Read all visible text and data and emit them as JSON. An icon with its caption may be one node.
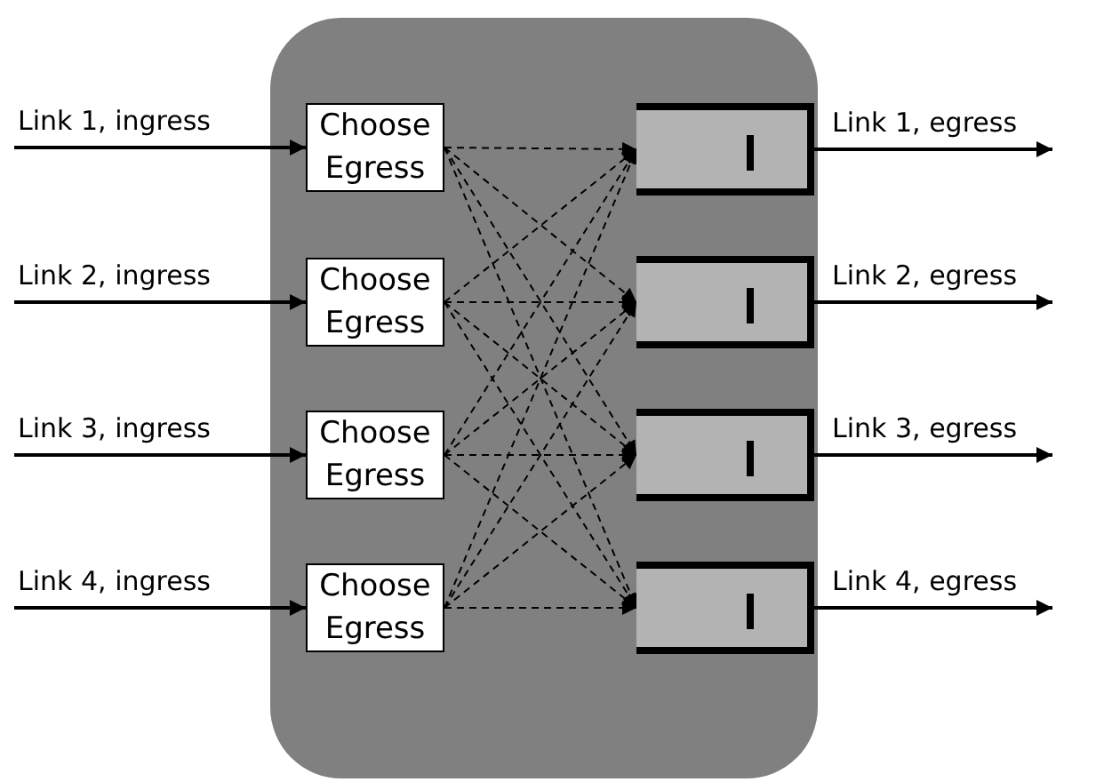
{
  "diagram": {
    "nodes": [
      {
        "text": [],
        "shape": "box"
      },
      {
        "text": [
          "Choose Egress"
        ],
        "in": 0
      },
      {
        "text": [
          "Choose Egress"
        ],
        "in": 0
      },
      {
        "text": [
          "Choose Egress"
        ],
        "in": 0
      },
      {
        "text": [
          "Choose Egress"
        ],
        "in": 0
      },
      {
        "text": [],
        "shape": "box",
        "in": 0
      },
      {
        "text": [],
        "shape": "box",
        "in": 0
      },
      {
        "text": [],
        "shape": "box",
        "in": 0
      },
      {
        "text": [],
        "shape": "box",
        "in": 0
      }
    ],
    "edges": [
      {
        "from": null,
        "to": 1,
        "arrow": "to",
        "label": "Link 1, ingress"
      },
      {
        "from": null,
        "to": 2,
        "arrow": "to",
        "label": "Link 2, ingress"
      },
      {
        "from": null,
        "to": 3,
        "arrow": "to",
        "label": "Link 3, ingress"
      },
      {
        "from": null,
        "to": 4,
        "arrow": "to",
        "label": "Link 4, ingress"
      },
      {
        "from": 1,
        "to": 5,
        "arrow": "to",
        "style": "dashed"
      },
      {
        "from": 1,
        "to": 6,
        "arrow": "to",
        "style": "dashed"
      },
      {
        "from": 1,
        "to": 7,
        "arrow": "to",
        "style": "dashed"
      },
      {
        "from": 1,
        "to": 8,
        "arrow": "to",
        "style": "dashed"
      },
      {
        "from": 2,
        "to": 5,
        "arrow": "to",
        "style": "dashed"
      },
      {
        "from": 2,
        "to": 6,
        "arrow": "to",
        "style": "dashed"
      },
      {
        "from": 2,
        "to": 7,
        "arrow": "to",
        "style": "dashed"
      },
      {
        "from": 2,
        "to": 8,
        "arrow": "to",
        "style": "dashed"
      },
      {
        "from": 3,
        "to": 5,
        "arrow": "to",
        "style": "dashed"
      },
      {
        "from": 3,
        "to": 6,
        "arrow": "to",
        "style": "dashed"
      },
      {
        "from": 3,
        "to": 7,
        "arrow": "to",
        "style": "dashed"
      },
      {
        "from": 3,
        "to": 8,
        "arrow": "to",
        "style": "dashed"
      },
      {
        "from": 4,
        "to": 5,
        "arrow": "to",
        "style": "dashed"
      },
      {
        "from": 4,
        "to": 6,
        "arrow": "to",
        "style": "dashed"
      },
      {
        "from": 4,
        "to": 7,
        "arrow": "to",
        "style": "dashed"
      },
      {
        "from": 4,
        "to": 8,
        "arrow": "to",
        "style": "dashed"
      },
      {
        "from": 5,
        "to": null,
        "arrow": "to",
        "label": "Link 1, egress"
      },
      {
        "from": 6,
        "to": null,
        "arrow": "to",
        "label": "Link 2, egress"
      },
      {
        "from": 7,
        "to": null,
        "arrow": "to",
        "label": "Link 3, egress"
      },
      {
        "from": 8,
        "to": null,
        "arrow": "to",
        "label": "Link 4, egress"
      }
    ]
  }
}
